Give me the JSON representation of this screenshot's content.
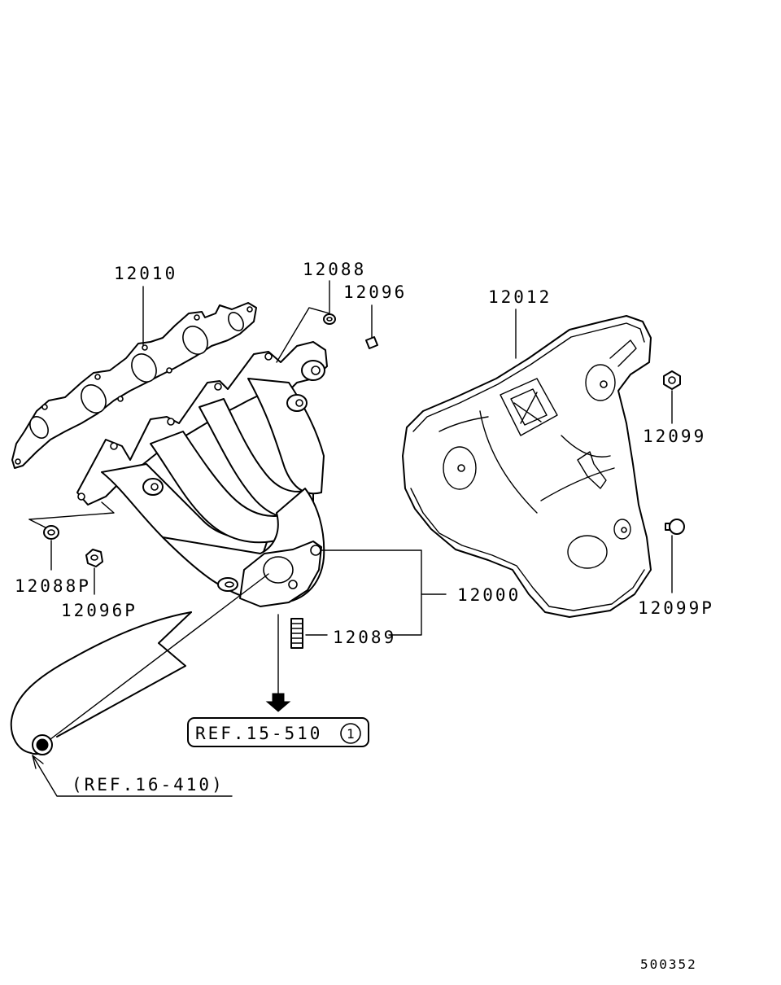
{
  "diagram": {
    "part_numbers": {
      "gasket": "12010",
      "nut_upper": "12088",
      "stud_upper": "12096",
      "heat_shield": "12012",
      "bolt_right": "12099",
      "bolt_right_p": "12099P",
      "manifold_assy": "12000",
      "stud_lower": "12089",
      "nut_lower_p": "12088P",
      "stud_lower_p": "12096P"
    },
    "references": {
      "ref_15": "REF.15-510",
      "ref_15_circle": "1",
      "ref_16": "(REF.16-410)"
    },
    "drawing_id": "500352"
  }
}
